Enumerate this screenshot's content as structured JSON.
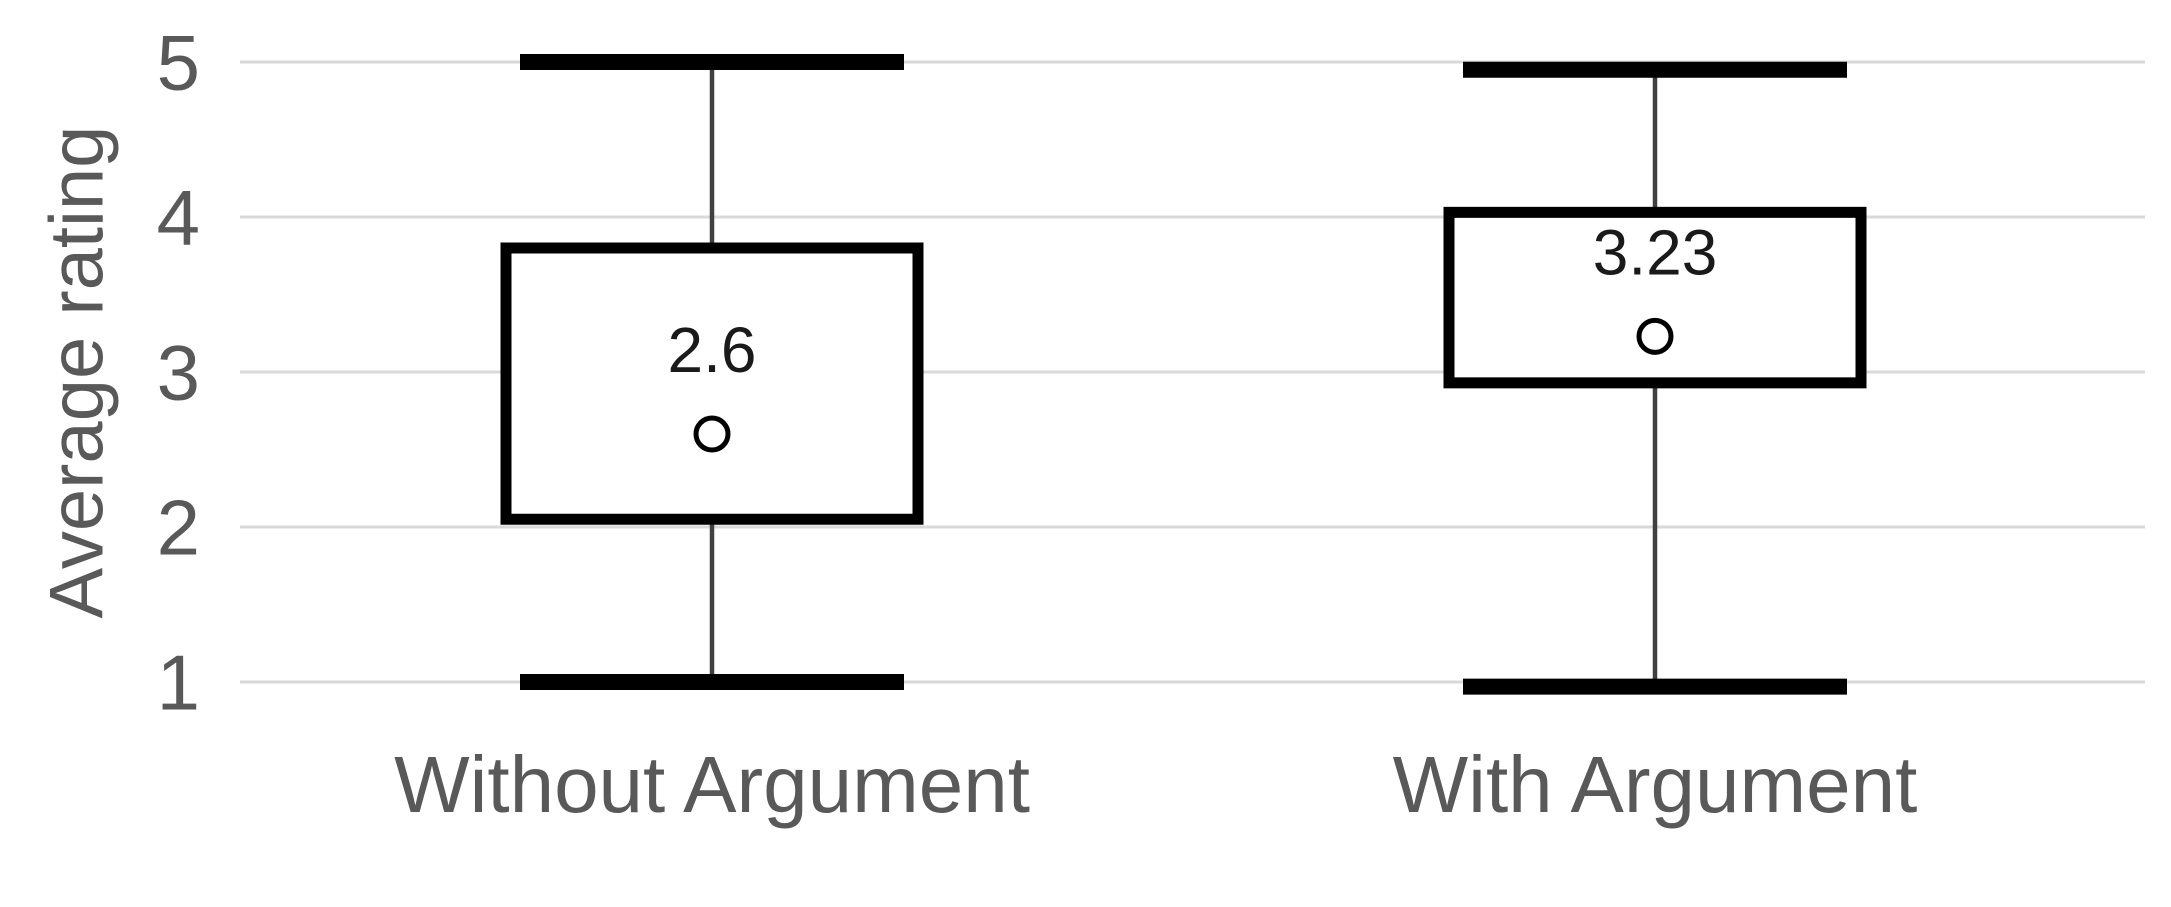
{
  "figure": {
    "background": "#ffffff"
  },
  "chart_data": {
    "type": "boxplot",
    "title": "",
    "xlabel": "",
    "ylabel": "Average rating",
    "ylim": [
      1,
      5
    ],
    "yticks": [
      "1",
      "2",
      "3",
      "4",
      "5"
    ],
    "grid": "horizontal-only",
    "legend": "none",
    "categories": [
      "Without Argument",
      "With Argument"
    ],
    "series": [
      {
        "name": "Without Argument",
        "slug": "without-argument",
        "whisker_low": 1.0,
        "q1": 2.05,
        "q3": 3.8,
        "whisker_high": 5.0,
        "mean": 2.6,
        "mean_label": "2.6"
      },
      {
        "name": "With Argument",
        "slug": "with-argument",
        "whisker_low": 0.97,
        "q1": 2.93,
        "q3": 4.03,
        "whisker_high": 4.95,
        "mean": 3.23,
        "mean_label": "3.23"
      }
    ],
    "colors": {
      "box_stroke": "#000000",
      "box_fill": "#ffffff",
      "whisker_line": "#404040",
      "cap_stroke": "#000000",
      "mean_marker_stroke": "#000000",
      "mean_marker_fill": "#ffffff",
      "data_label": "#1a1a1a",
      "axis_text": "#595959",
      "gridline": "#d9d9d9"
    }
  }
}
